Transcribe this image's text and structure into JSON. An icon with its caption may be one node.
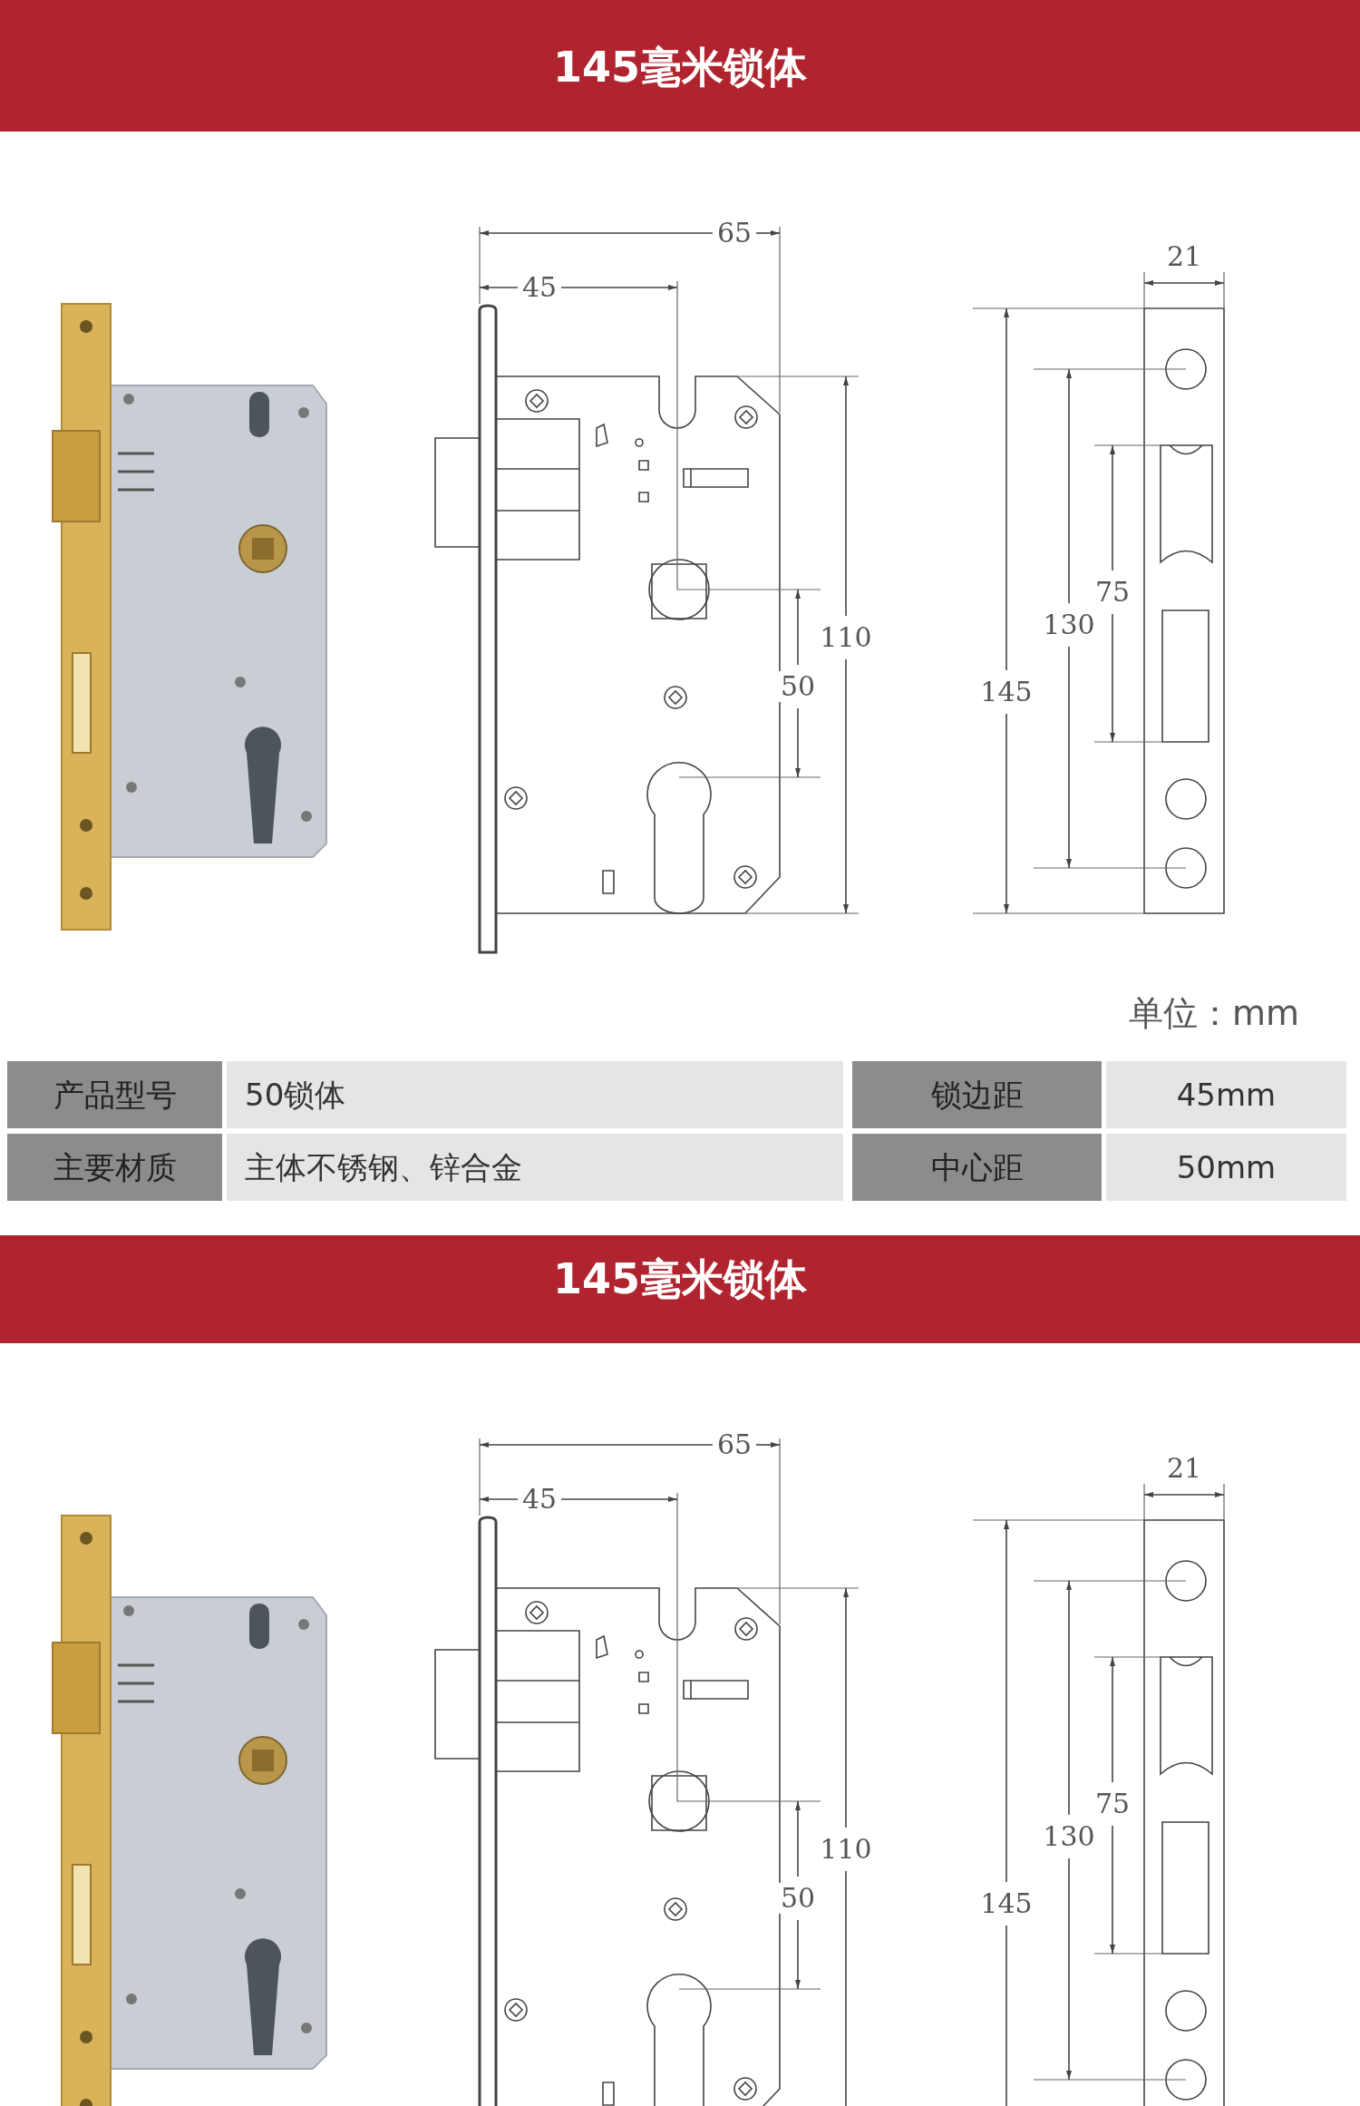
{
  "diagram": {
    "labels": [
      "145毫米锁体",
      "65",
      "45",
      "21",
      "110",
      "50",
      "145",
      "130",
      "75",
      "单位：mm",
      "产品型号",
      "50锁体",
      "锁边距",
      "45mm",
      "主要材质",
      "主体不锈钢、锌合金",
      "中心距",
      "50mm",
      "145毫米锁体",
      "65",
      "45",
      "21",
      "110",
      "50",
      "145",
      "130",
      "75"
    ]
  }
}
